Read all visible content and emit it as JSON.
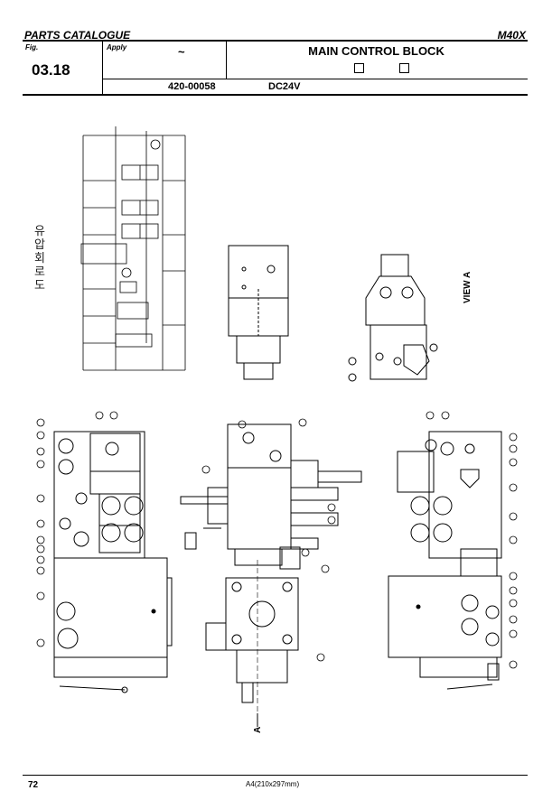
{
  "header": {
    "catalogue": "PARTS CATALOGUE",
    "model": "M40X"
  },
  "titlebox": {
    "fig_label": "Fig.",
    "fig_number": "03.18",
    "apply_label": "Apply",
    "apply_range": "~",
    "title": "MAIN CONTROL BLOCK",
    "part_number": "420-00058",
    "voltage": "DC24V"
  },
  "drawing": {
    "hydraulic_label": "유압회로도",
    "view_label": "VIEW A",
    "arrow_label": "A"
  },
  "footer": {
    "page": "72",
    "paper_size": "A4(210x297mm)"
  }
}
